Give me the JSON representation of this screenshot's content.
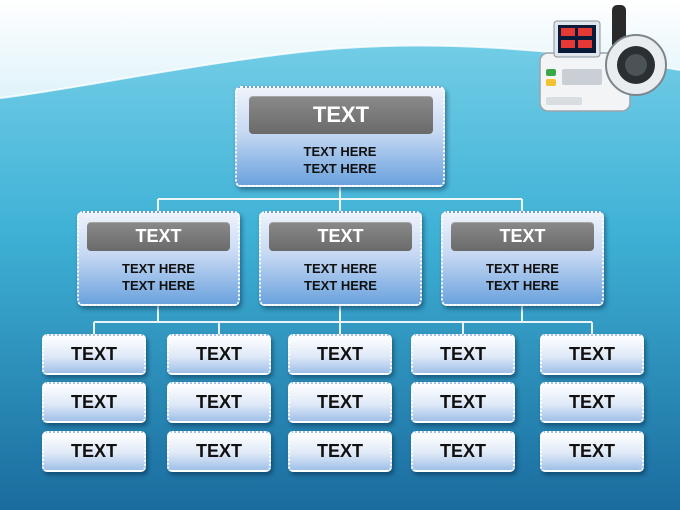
{
  "colors": {
    "background_top": "#ffffff",
    "background_mid": "#4fc0de",
    "background_bottom": "#1a6fa0",
    "header_fill": "#7a7a7a",
    "connector": "#ffffff"
  },
  "root": {
    "title": "TEXT",
    "lines": [
      "TEXT HERE",
      "TEXT HERE"
    ]
  },
  "branches": [
    {
      "title": "TEXT",
      "lines": [
        "TEXT HERE",
        "TEXT HERE"
      ]
    },
    {
      "title": "TEXT",
      "lines": [
        "TEXT HERE",
        "TEXT HERE"
      ]
    },
    {
      "title": "TEXT",
      "lines": [
        "TEXT HERE",
        "TEXT HERE"
      ]
    }
  ],
  "leaf_grid": [
    [
      "TEXT",
      "TEXT",
      "TEXT",
      "TEXT",
      "TEXT"
    ],
    [
      "TEXT",
      "TEXT",
      "TEXT",
      "TEXT",
      "TEXT"
    ],
    [
      "TEXT",
      "TEXT",
      "TEXT",
      "TEXT",
      "TEXT"
    ]
  ],
  "illustration": "blood-pressure-monitor"
}
